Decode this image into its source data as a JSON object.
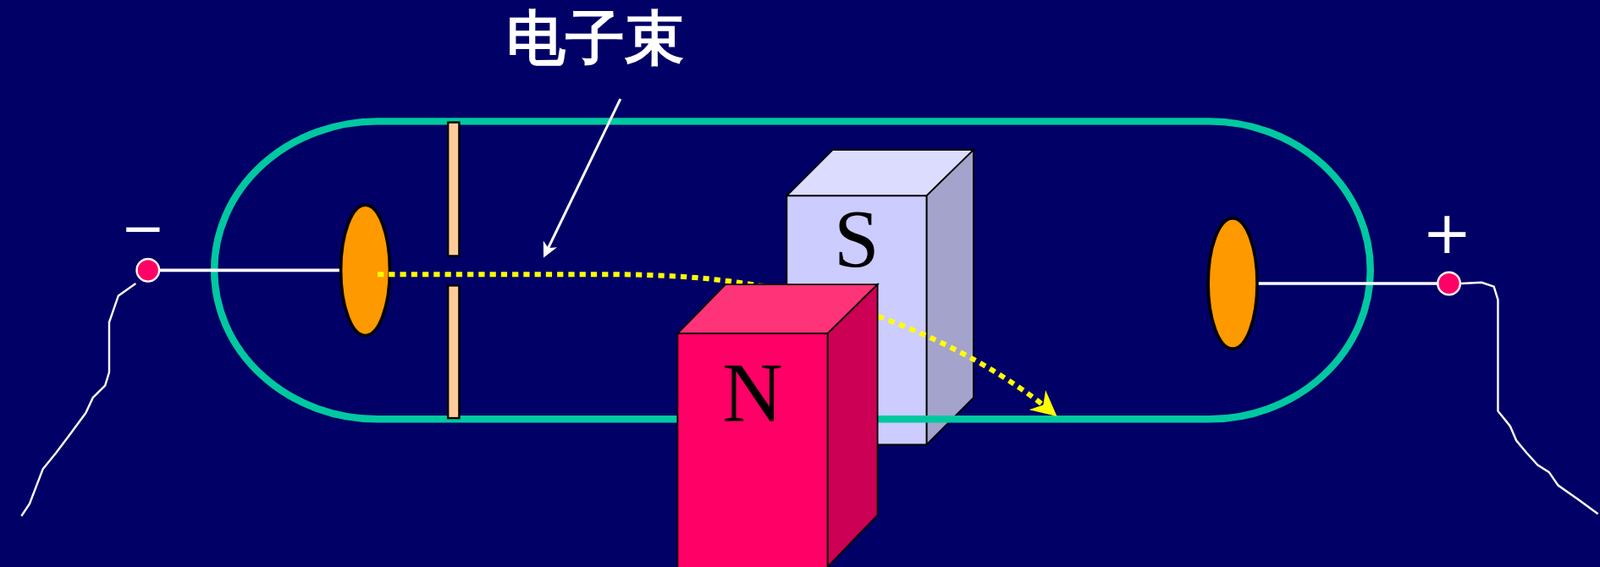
{
  "diagram": {
    "nodes": [
      {
        "text": [
          "S"
        ]
      },
      {
        "text": [
          "N"
        ]
      }
    ],
    "labels": [
      "电子束",
      "−",
      "+"
    ]
  }
}
